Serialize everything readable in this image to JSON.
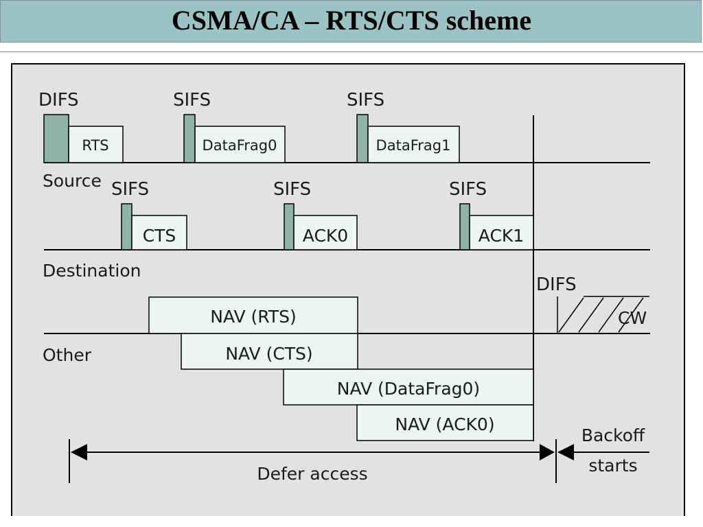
{
  "slide": {
    "title": "CSMA/CA – RTS/CTS scheme"
  },
  "diagram": {
    "rows": {
      "source": "Source",
      "destination": "Destination",
      "other": "Other"
    },
    "source_frames": {
      "rts": "RTS",
      "data0": "DataFrag0",
      "data1": "DataFrag1"
    },
    "dest_frames": {
      "cts": "CTS",
      "ack0": "ACK0",
      "ack1": "ACK1"
    },
    "interframe": {
      "difs": "DIFS",
      "sifs": "SIFS"
    },
    "nav": {
      "rts": "NAV (RTS)",
      "cts": "NAV (CTS)",
      "data0": "NAV (DataFrag0)",
      "ack0": "NAV (ACK0)"
    },
    "contention_window": "CW",
    "defer": "Defer access",
    "backoff_line1": "Backoff",
    "backoff_line2": "starts",
    "colors": {
      "ifs_fill": "#8fb3a6",
      "frame_fill": "#eef4f2",
      "panel": "#e2e2e2",
      "title_bar": "#9bc3c3"
    }
  }
}
